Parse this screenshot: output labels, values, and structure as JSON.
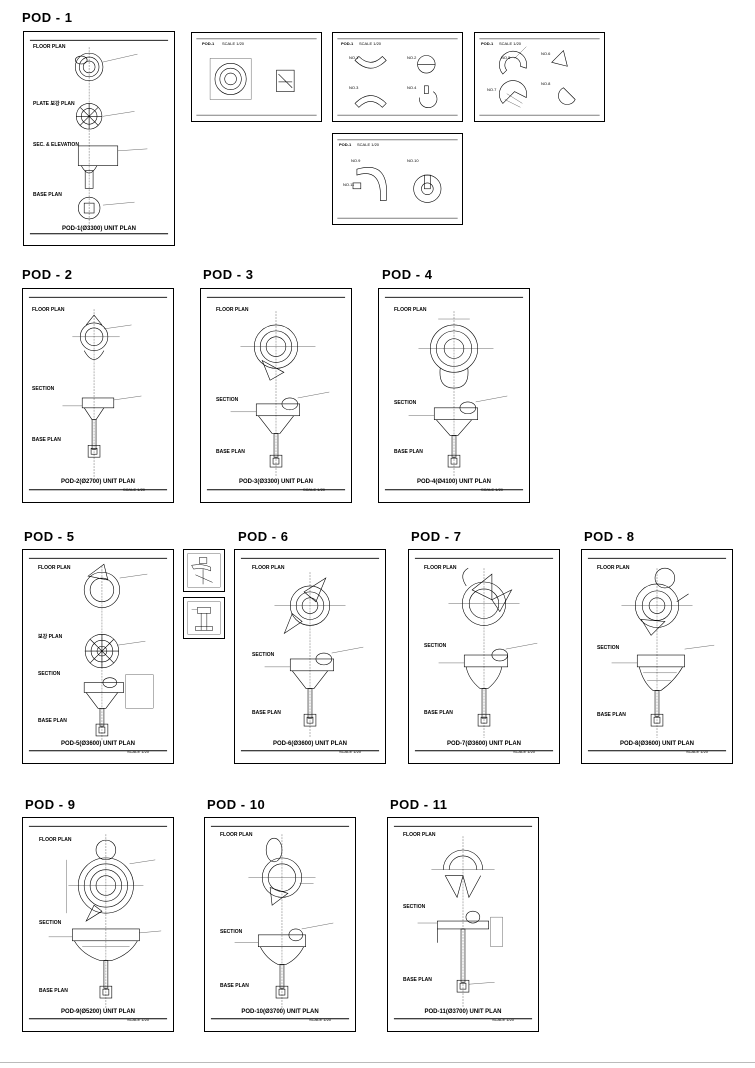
{
  "pods": {
    "pod1": {
      "title": "POD - 1",
      "main": {
        "floor": "FLOOR PLAN",
        "plate": "PLATE 보강 PLAN",
        "sec": "SEC. & ELEVATION",
        "base": "BASE PLAN",
        "unit": "POD-1(Ø3300) UNIT PLAN"
      },
      "sub": [
        {
          "head": "POD-1",
          "scale": "SCALE 1/20",
          "labels": []
        },
        {
          "head": "POD-1",
          "scale": "SCALE 1/20",
          "labels": [
            "NO.1",
            "NO.2",
            "NO.3",
            "NO.4"
          ]
        },
        {
          "head": "POD-1",
          "scale": "SCALE 1/20",
          "labels": [
            "NO.5",
            "NO.6",
            "NO.7",
            "NO.8"
          ]
        },
        {
          "head": "POD-1",
          "scale": "SCALE 1/20",
          "labels": [
            "NO.9",
            "NO.10",
            "NO.11"
          ]
        }
      ]
    },
    "pod2": {
      "title": "POD - 2",
      "floor": "FLOOR PLAN",
      "section": "SECTION",
      "base": "BASE PLAN",
      "unit": "POD-2(Ø2700) UNIT PLAN",
      "scale": "SCALE 1/20"
    },
    "pod3": {
      "title": "POD - 3",
      "floor": "FLOOR PLAN",
      "section": "SECTION",
      "base": "BASE PLAN",
      "unit": "POD-3(Ø3300) UNIT PLAN",
      "scale": "SCALE 1/20"
    },
    "pod4": {
      "title": "POD - 4",
      "floor": "FLOOR PLAN",
      "section": "SECTION",
      "base": "BASE PLAN",
      "unit": "POD-4(Ø4100) UNIT PLAN",
      "scale": "SCALE 1/20"
    },
    "pod5": {
      "title": "POD - 5",
      "floor": "FLOOR PLAN",
      "plate": "보강 PLAN",
      "section": "SECTION",
      "base": "BASE PLAN",
      "unit": "POD-5(Ø3600) UNIT PLAN",
      "scale": "SCALE 1/20"
    },
    "pod6": {
      "title": "POD - 6",
      "floor": "FLOOR PLAN",
      "section": "SECTION",
      "base": "BASE PLAN",
      "unit": "POD-6(Ø3600) UNIT PLAN",
      "scale": "SCALE 1/20"
    },
    "pod7": {
      "title": "POD - 7",
      "floor": "FLOOR PLAN",
      "section": "SECTION",
      "base": "BASE PLAN",
      "unit": "POD-7(Ø3600) UNIT PLAN",
      "scale": "SCALE 1/20"
    },
    "pod8": {
      "title": "POD - 8",
      "floor": "FLOOR PLAN",
      "section": "SECTION",
      "base": "BASE PLAN",
      "unit": "POD-8(Ø3600) UNIT PLAN",
      "scale": "SCALE 1/20"
    },
    "pod9": {
      "title": "POD - 9",
      "floor": "FLOOR PLAN",
      "section": "SECTION",
      "base": "BASE PLAN",
      "unit": "POD-9(Ø5200) UNIT PLAN",
      "scale": "SCALE 1/20"
    },
    "pod10": {
      "title": "POD - 10",
      "floor": "FLOOR PLAN",
      "section": "SECTION",
      "base": "BASE PLAN",
      "unit": "POD-10(Ø3700) UNIT PLAN",
      "scale": "SCALE 1/20"
    },
    "pod11": {
      "title": "POD - 11",
      "floor": "FLOOR PLAN",
      "section": "SECTION",
      "base": "BASE PLAN",
      "unit": "POD-11(Ø3700) UNIT PLAN",
      "scale": "SCALE 1/20"
    }
  }
}
